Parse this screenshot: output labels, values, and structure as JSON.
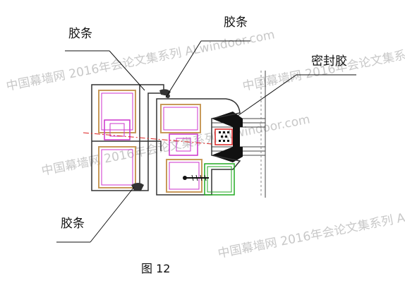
{
  "labels": {
    "strip_top_left": "胶条",
    "strip_top_right": "胶条",
    "sealant": "密封胶",
    "strip_bottom": "胶条"
  },
  "caption": "图 12",
  "watermark": "中国幕墙网 2016年会论文集系列 ALwindoor.com",
  "colors": {
    "frame_outline": "#333333",
    "thermal_break": "#cc33cc",
    "chamber": "#c89a5a",
    "glass_green": "#22aa22",
    "seal_black": "#111111",
    "seal_red": "#dd2222",
    "centerline": "#dd2222"
  },
  "icons": {
    "frame": "aluminium-frame-section-icon",
    "sash": "aluminium-sash-section-icon",
    "glass": "insulated-glass-icon",
    "screw": "screw-icon"
  }
}
